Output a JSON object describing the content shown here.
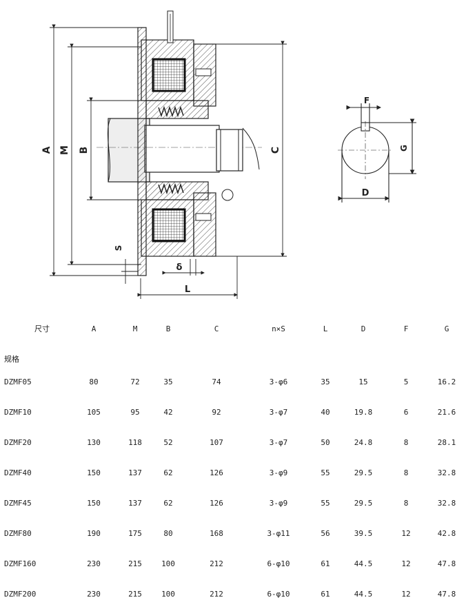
{
  "drawing": {
    "labels": {
      "A": "A",
      "M": "M",
      "B": "B",
      "C": "C",
      "S": "S",
      "delta": "δ",
      "L": "L",
      "F": "F",
      "G": "G",
      "D": "D"
    }
  },
  "table": {
    "corner_top": "尺寸",
    "corner_bottom": "规格",
    "headers": [
      "A",
      "M",
      "B",
      "C",
      "n×S",
      "L",
      "D",
      "F",
      "G"
    ],
    "rows": [
      [
        "DZMF05",
        "80",
        "72",
        "35",
        "74",
        "3-φ6",
        "35",
        "15",
        "5",
        "16.2"
      ],
      [
        "DZMF10",
        "105",
        "95",
        "42",
        "92",
        "3-φ7",
        "40",
        "19.8",
        "6",
        "21.6"
      ],
      [
        "DZMF20",
        "130",
        "118",
        "52",
        "107",
        "3-φ7",
        "50",
        "24.8",
        "8",
        "28.1"
      ],
      [
        "DZMF40",
        "150",
        "137",
        "62",
        "126",
        "3-φ9",
        "55",
        "29.5",
        "8",
        "32.8"
      ],
      [
        "DZMF45",
        "150",
        "137",
        "62",
        "126",
        "3-φ9",
        "55",
        "29.5",
        "8",
        "32.8"
      ],
      [
        "DZMF80",
        "190",
        "175",
        "80",
        "168",
        "3-φ11",
        "56",
        "39.5",
        "12",
        "42.8"
      ],
      [
        "DZMF160",
        "230",
        "215",
        "100",
        "212",
        "6-φ10",
        "61",
        "44.5",
        "12",
        "47.8"
      ],
      [
        "DZMF200",
        "230",
        "215",
        "100",
        "212",
        "6-φ10",
        "61",
        "44.5",
        "12",
        "47.8"
      ]
    ]
  }
}
